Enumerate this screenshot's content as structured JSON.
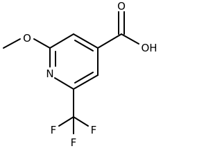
{
  "molecule": {
    "atoms": {
      "o_methoxy": "O",
      "n_ring": "N",
      "o_carbonyl": "O",
      "oh_group": "OH",
      "f1": "F",
      "f2": "F",
      "f3": "F"
    }
  }
}
